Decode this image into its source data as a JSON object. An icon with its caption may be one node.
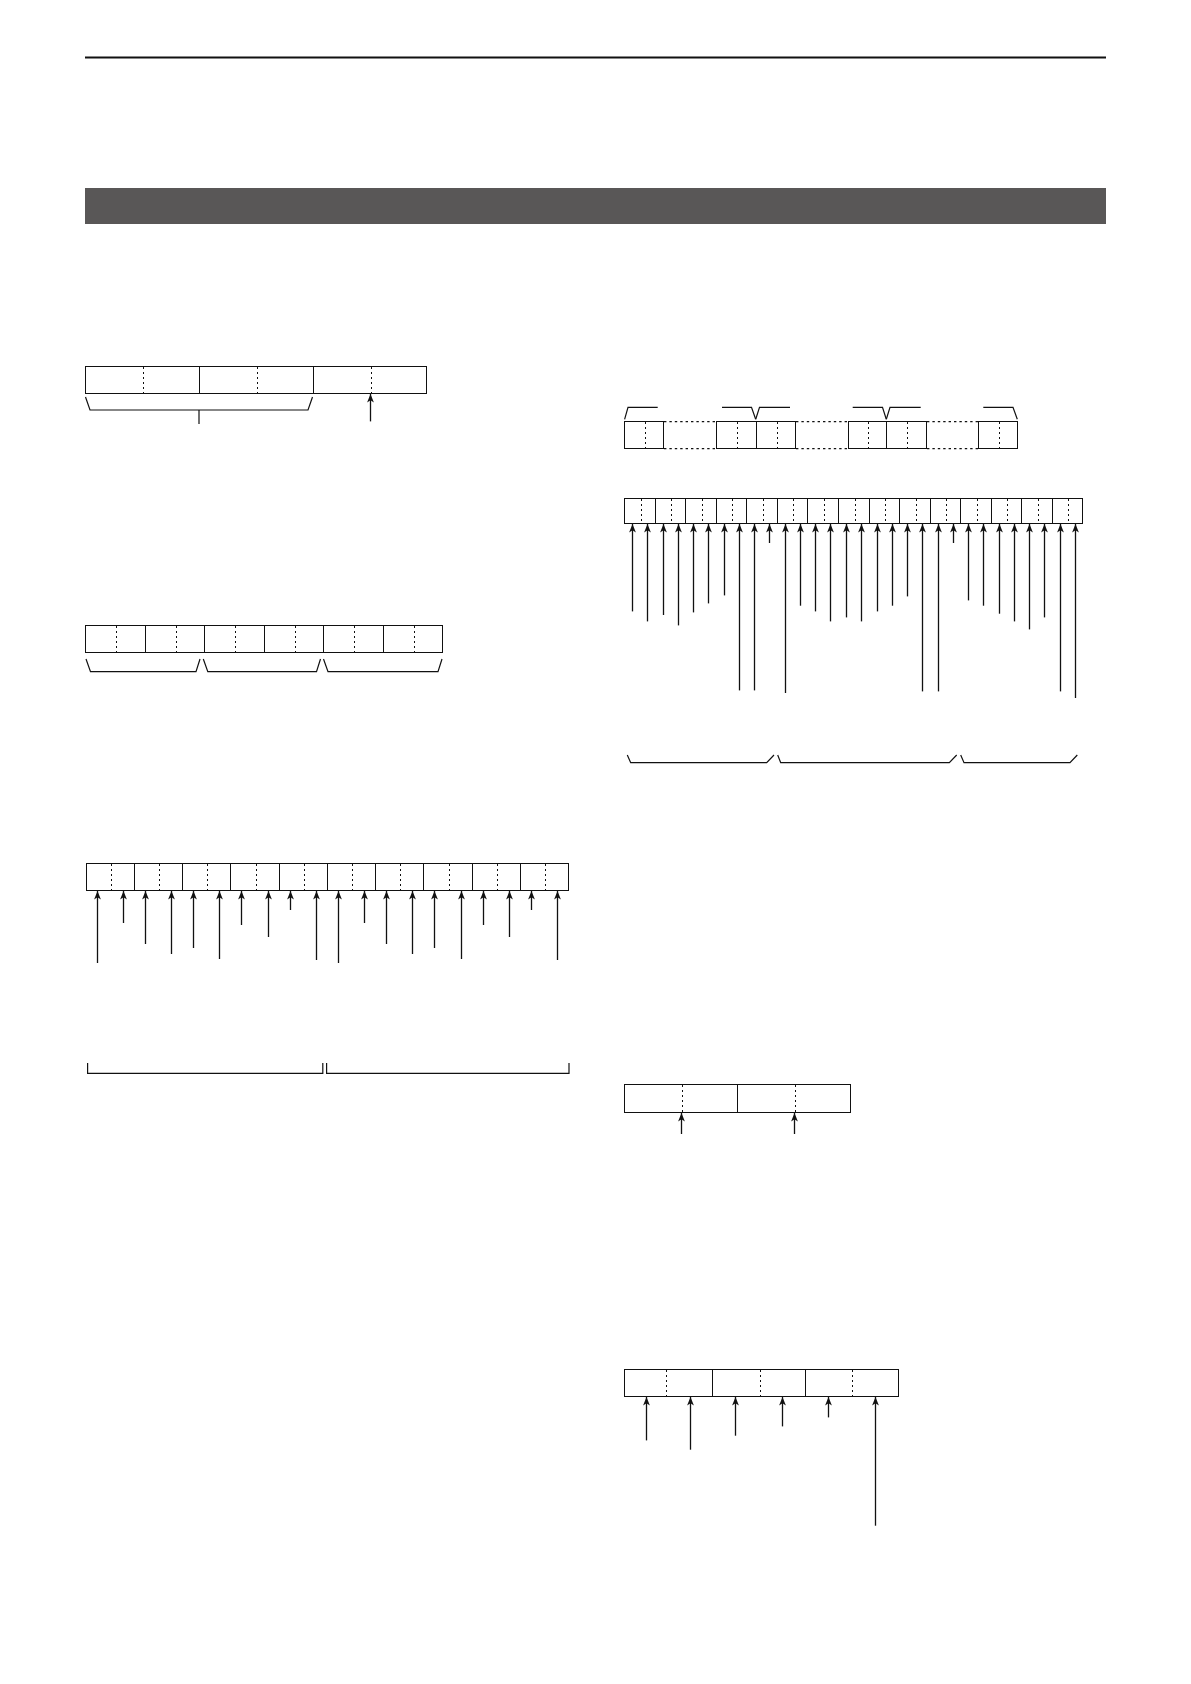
{
  "diagram": {
    "nodes": [
      {
        "text": [],
        "shape": "box"
      },
      {
        "text": [],
        "shape": "box"
      },
      {
        "text": [],
        "shape": "box"
      },
      {
        "text": [],
        "shape": "box"
      },
      {
        "text": [],
        "shape": "box"
      },
      {
        "text": [],
        "shape": "box"
      },
      {
        "text": [],
        "shape": "box"
      },
      {
        "text": [],
        "shape": "box"
      },
      {
        "text": [],
        "shape": "box"
      },
      {
        "text": [],
        "shape": "box"
      },
      {
        "text": [],
        "shape": "box"
      },
      {
        "text": [],
        "shape": "box"
      },
      {
        "text": [],
        "shape": "box"
      },
      {
        "text": [],
        "shape": "box"
      },
      {
        "text": [],
        "shape": "box"
      },
      {
        "text": [],
        "shape": "box"
      },
      {
        "text": [],
        "shape": "box"
      },
      {
        "text": [],
        "shape": "box"
      },
      {
        "text": [],
        "shape": "box"
      },
      {
        "text": [],
        "shape": "box"
      },
      {
        "text": [],
        "shape": "box"
      },
      {
        "text": [],
        "shape": "box"
      },
      {
        "text": [],
        "shape": "box"
      },
      {
        "text": [],
        "shape": "box"
      },
      {
        "text": [],
        "shape": "box"
      },
      {
        "text": [],
        "shape": "box"
      },
      {
        "text": [],
        "shape": "box"
      },
      {
        "text": [],
        "shape": "box"
      },
      {
        "text": [],
        "shape": "box"
      },
      {
        "text": [],
        "shape": "box"
      },
      {
        "text": [],
        "shape": "box"
      },
      {
        "text": [],
        "shape": "box"
      },
      {
        "text": [],
        "shape": "box"
      },
      {
        "text": [],
        "shape": "box"
      },
      {
        "text": [],
        "shape": "box"
      },
      {
        "text": [],
        "shape": "box"
      },
      {
        "text": [],
        "shape": "box"
      },
      {
        "text": [],
        "shape": "box"
      },
      {
        "text": [],
        "shape": "box"
      },
      {
        "text": [],
        "shape": "box"
      },
      {
        "text": [],
        "shape": "box"
      },
      {
        "text": [],
        "shape": "box"
      },
      {
        "text": [],
        "shape": "box"
      },
      {
        "text": [],
        "shape": "box"
      },
      {
        "text": [],
        "shape": "box"
      }
    ],
    "edges": [
      {
        "from": null,
        "to": 2,
        "arrow": "to"
      },
      {
        "from": null,
        "to": 9,
        "arrow": "to"
      },
      {
        "from": null,
        "to": 9,
        "arrow": "to"
      },
      {
        "from": null,
        "to": 10,
        "arrow": "to"
      },
      {
        "from": null,
        "to": 10,
        "arrow": "to"
      },
      {
        "from": null,
        "to": 11,
        "arrow": "to"
      },
      {
        "from": null,
        "to": 11,
        "arrow": "to"
      },
      {
        "from": null,
        "to": 12,
        "arrow": "to"
      },
      {
        "from": null,
        "to": 12,
        "arrow": "to"
      },
      {
        "from": null,
        "to": 13,
        "arrow": "to"
      },
      {
        "from": null,
        "to": 13,
        "arrow": "to"
      },
      {
        "from": null,
        "to": 14,
        "arrow": "to"
      },
      {
        "from": null,
        "to": 14,
        "arrow": "to"
      },
      {
        "from": null,
        "to": 15,
        "arrow": "to"
      },
      {
        "from": null,
        "to": 15,
        "arrow": "to"
      },
      {
        "from": null,
        "to": 16,
        "arrow": "to"
      },
      {
        "from": null,
        "to": 16,
        "arrow": "to"
      },
      {
        "from": null,
        "to": 17,
        "arrow": "to"
      },
      {
        "from": null,
        "to": 17,
        "arrow": "to"
      },
      {
        "from": null,
        "to": 18,
        "arrow": "to"
      },
      {
        "from": null,
        "to": 18,
        "arrow": "to"
      },
      {
        "from": null,
        "to": 25,
        "arrow": "to"
      },
      {
        "from": null,
        "to": 25,
        "arrow": "to"
      },
      {
        "from": null,
        "to": 26,
        "arrow": "to"
      },
      {
        "from": null,
        "to": 26,
        "arrow": "to"
      },
      {
        "from": null,
        "to": 27,
        "arrow": "to"
      },
      {
        "from": null,
        "to": 27,
        "arrow": "to"
      },
      {
        "from": null,
        "to": 28,
        "arrow": "to"
      },
      {
        "from": null,
        "to": 28,
        "arrow": "to"
      },
      {
        "from": null,
        "to": 29,
        "arrow": "to"
      },
      {
        "from": null,
        "to": 29,
        "arrow": "to"
      },
      {
        "from": null,
        "to": 30,
        "arrow": "to"
      },
      {
        "from": null,
        "to": 30,
        "arrow": "to"
      },
      {
        "from": null,
        "to": 31,
        "arrow": "to"
      },
      {
        "from": null,
        "to": 31,
        "arrow": "to"
      },
      {
        "from": null,
        "to": 32,
        "arrow": "to"
      },
      {
        "from": null,
        "to": 32,
        "arrow": "to"
      },
      {
        "from": null,
        "to": 33,
        "arrow": "to"
      },
      {
        "from": null,
        "to": 33,
        "arrow": "to"
      },
      {
        "from": null,
        "to": 34,
        "arrow": "to"
      },
      {
        "from": null,
        "to": 34,
        "arrow": "to"
      },
      {
        "from": null,
        "to": 35,
        "arrow": "to"
      },
      {
        "from": null,
        "to": 35,
        "arrow": "to"
      },
      {
        "from": null,
        "to": 36,
        "arrow": "to"
      },
      {
        "from": null,
        "to": 36,
        "arrow": "to"
      },
      {
        "from": null,
        "to": 37,
        "arrow": "to"
      },
      {
        "from": null,
        "to": 37,
        "arrow": "to"
      },
      {
        "from": null,
        "to": 38,
        "arrow": "to"
      },
      {
        "from": null,
        "to": 38,
        "arrow": "to"
      },
      {
        "from": null,
        "to": 39,
        "arrow": "to"
      },
      {
        "from": null,
        "to": 39,
        "arrow": "to"
      },
      {
        "from": null,
        "to": 40,
        "arrow": "to"
      },
      {
        "from": null,
        "to": 41,
        "arrow": "to"
      },
      {
        "from": null,
        "to": 42,
        "arrow": "to"
      },
      {
        "from": null,
        "to": 42,
        "arrow": "to"
      },
      {
        "from": null,
        "to": 43,
        "arrow": "to"
      },
      {
        "from": null,
        "to": 43,
        "arrow": "to"
      },
      {
        "from": null,
        "to": 44,
        "arrow": "to"
      },
      {
        "from": null,
        "to": 44,
        "arrow": "to"
      }
    ]
  }
}
